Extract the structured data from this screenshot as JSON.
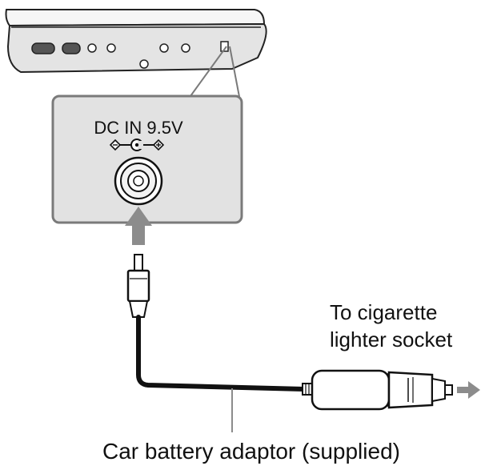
{
  "device_panel": {
    "tiny_labels": [
      "",
      "",
      "",
      "",
      ""
    ]
  },
  "callout": {
    "label": "DC IN 9.5V",
    "connector": "dc-in-jack-icon",
    "polarity_symbol": "center-positive-icon"
  },
  "labels": {
    "cigarette": [
      "To cigarette",
      "lighter socket"
    ],
    "adaptor": "Car battery adaptor (supplied)"
  },
  "colors": {
    "ink": "#111111",
    "panel_gray": "#e2e2e2",
    "panel_outline": "#7a7a7a",
    "arrow_gray": "#8c8c8c"
  }
}
